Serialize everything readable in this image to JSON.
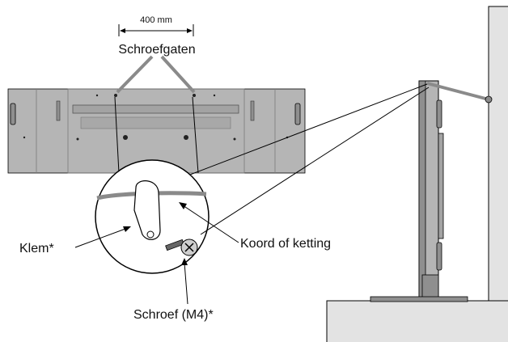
{
  "dimension": {
    "value": "400 mm"
  },
  "labels": {
    "screw_holes": "Schroefgaten",
    "clamp": "Klem*",
    "cord": "Koord of ketting",
    "screw": "Schroef (M4)*"
  },
  "colors": {
    "line": "#000000",
    "panel": "#b5b5b5",
    "panel_dark": "#8f8f8f",
    "wall": "#e3e3e3",
    "cord": "#8a8a8a",
    "background": "#ffffff"
  }
}
